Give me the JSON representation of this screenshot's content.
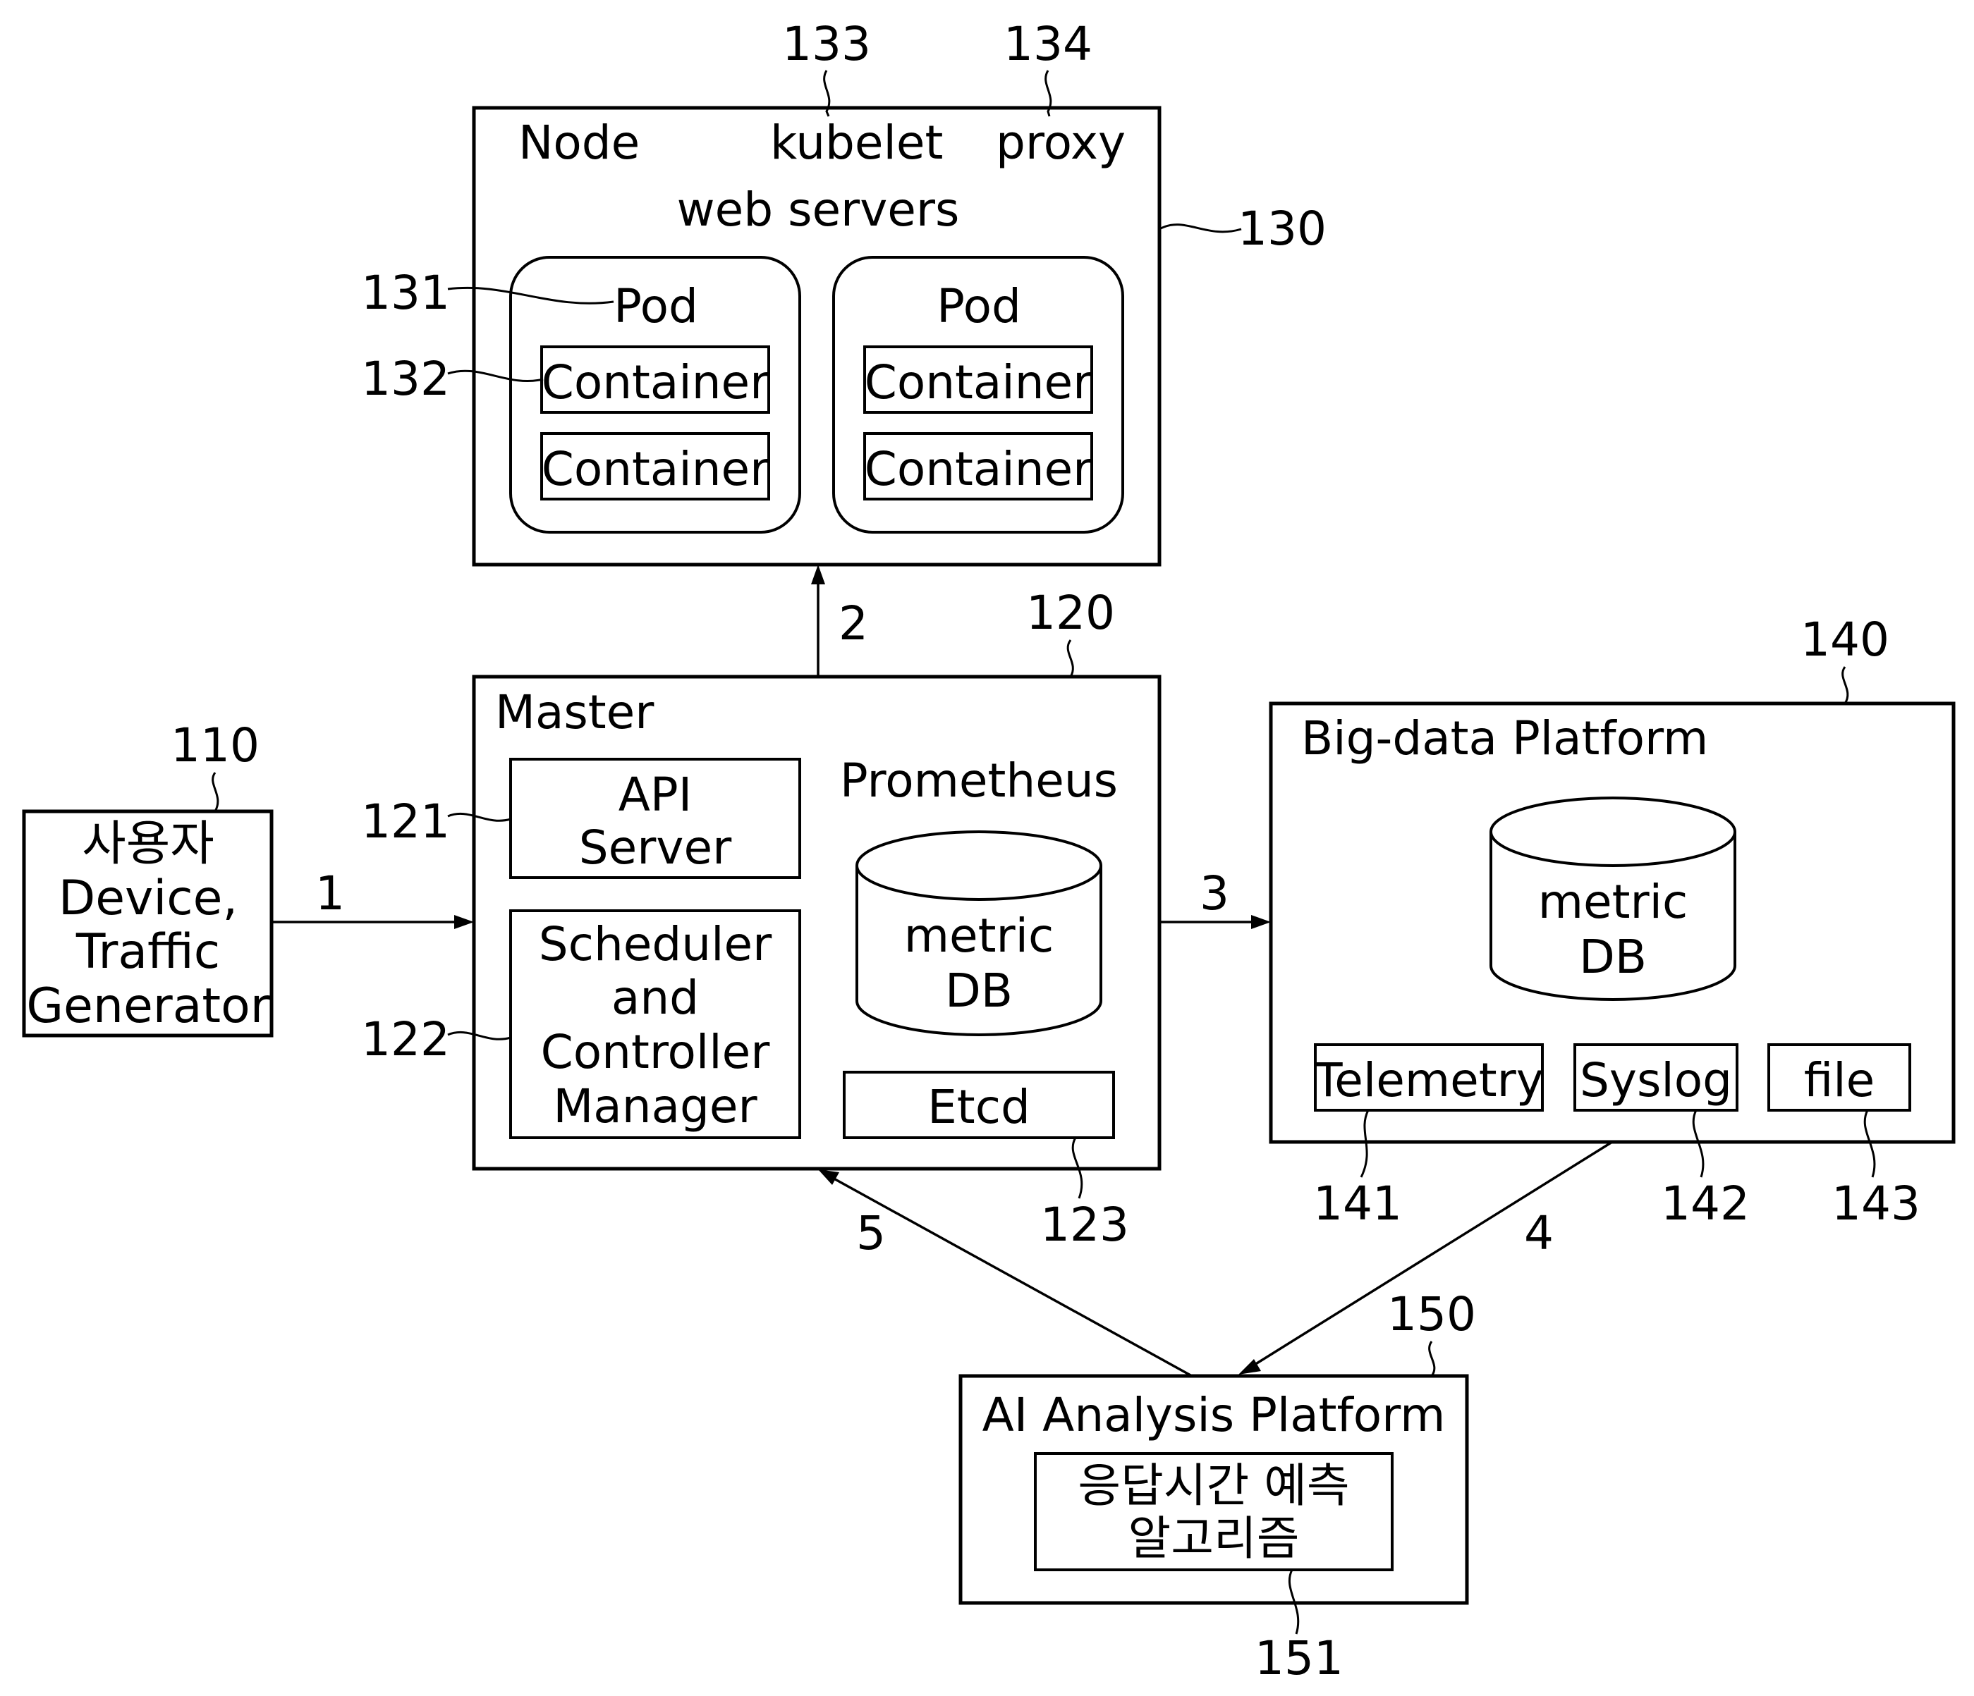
{
  "node": {
    "title": "Node",
    "kubelet": "kubelet",
    "proxy": "proxy",
    "web_servers": "web servers",
    "pods": [
      {
        "label": "Pod",
        "containers": [
          "Container",
          "Container"
        ]
      },
      {
        "label": "Pod",
        "containers": [
          "Container",
          "Container"
        ]
      }
    ]
  },
  "master": {
    "title": "Master",
    "api_server": [
      "API",
      "Server"
    ],
    "scheduler": [
      "Scheduler",
      "and",
      "Controller",
      "Manager"
    ],
    "prometheus": "Prometheus",
    "metric_db": [
      "metric",
      "DB"
    ],
    "etcd": "Etcd"
  },
  "user": {
    "lines": [
      "사용자",
      "Device,",
      "Traffic",
      "Generator"
    ]
  },
  "bigdata": {
    "title": "Big-data Platform",
    "metric_db": [
      "metric",
      "DB"
    ],
    "sources": [
      "Telemetry",
      "Syslog",
      "file"
    ]
  },
  "ai": {
    "title": "AI Analysis Platform",
    "algorithm": [
      "응답시간 예측",
      "알고리즘"
    ]
  },
  "flows": [
    "1",
    "2",
    "3",
    "4",
    "5"
  ],
  "refs": {
    "r110": "110",
    "r120": "120",
    "r121": "121",
    "r122": "122",
    "r123": "123",
    "r130": "130",
    "r131": "131",
    "r132": "132",
    "r133": "133",
    "r134": "134",
    "r140": "140",
    "r141": "141",
    "r142": "142",
    "r143": "143",
    "r150": "150",
    "r151": "151"
  }
}
